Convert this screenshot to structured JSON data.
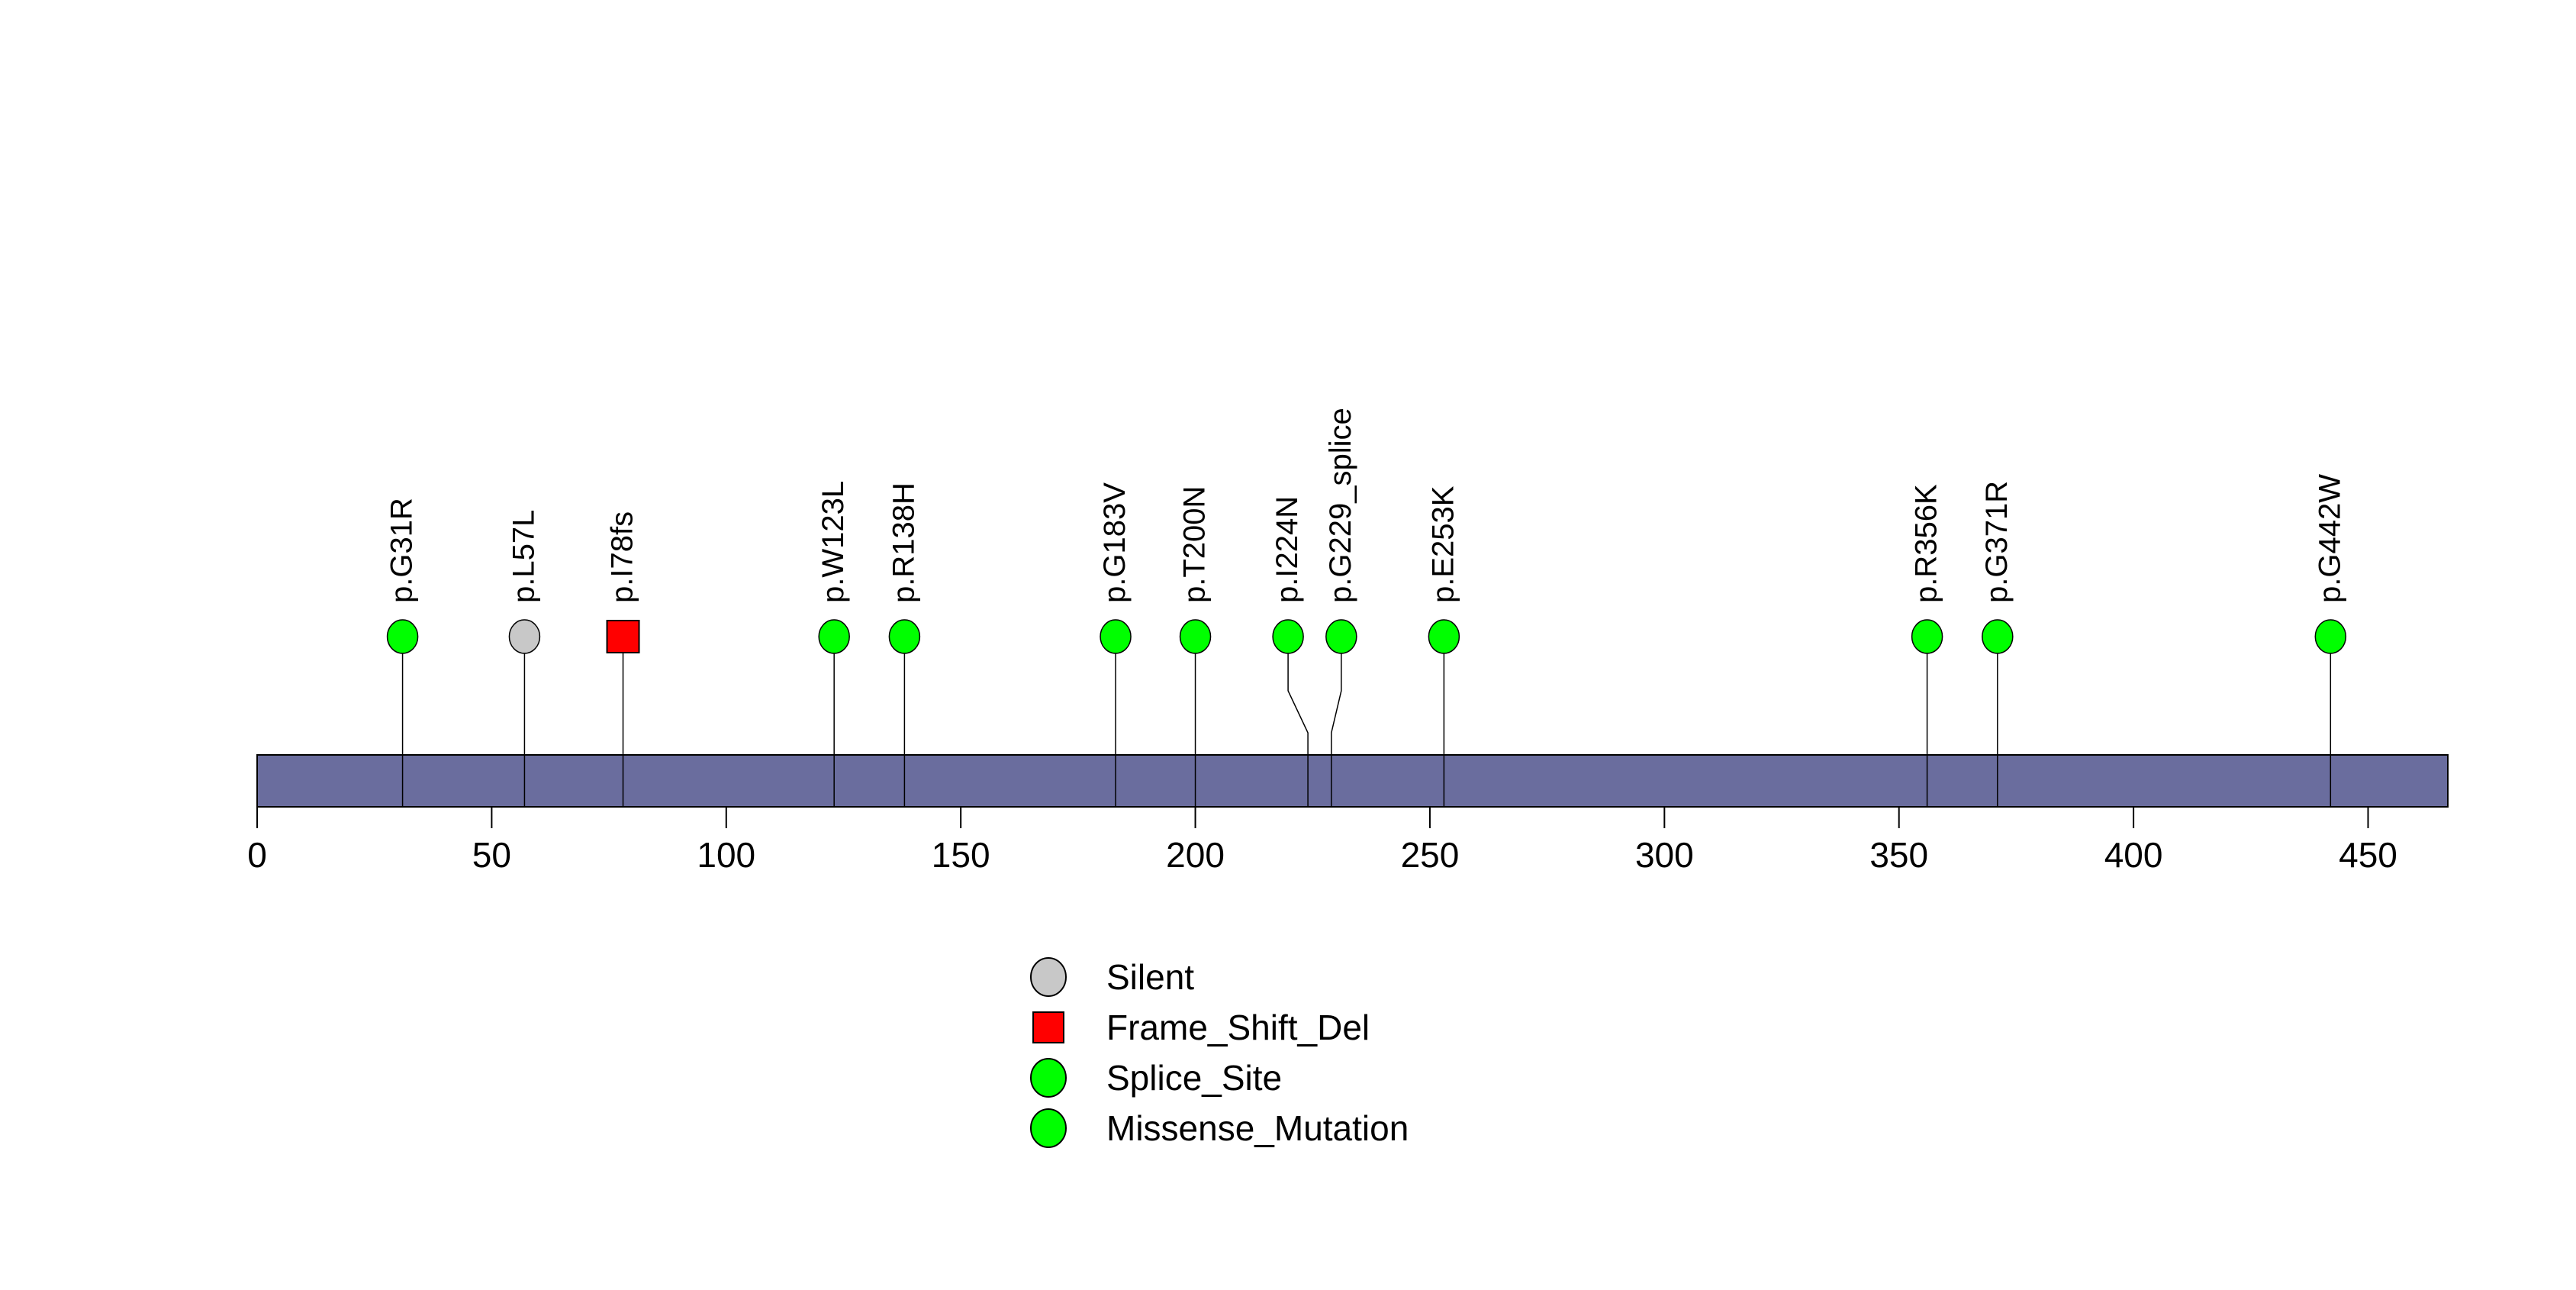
{
  "chart_data": {
    "type": "lollipop",
    "title": "",
    "xlabel": "",
    "xlim": [
      0,
      467
    ],
    "x_ticks": [
      0,
      50,
      100,
      150,
      200,
      250,
      300,
      350,
      400,
      450
    ],
    "grid": false,
    "legend_position": "bottom-center",
    "protein_bar": {
      "start": 0,
      "end": 467,
      "color": "#6A6D9E",
      "border_color": "#000000"
    },
    "marker_colors": {
      "Missense_Mutation": "#00FF00",
      "Splice_Site": "#00FF00",
      "Silent": "#C8C8C8",
      "Frame_Shift_Del": "#FF0000"
    },
    "mutations": [
      {
        "label": "p.G31R",
        "position": 31,
        "type": "Missense_Mutation",
        "shape": "circle",
        "color": "#00FF00",
        "display_offset": 0
      },
      {
        "label": "p.L57L",
        "position": 57,
        "type": "Silent",
        "shape": "circle",
        "color": "#C8C8C8",
        "display_offset": 0
      },
      {
        "label": "p.I78fs",
        "position": 78,
        "type": "Frame_Shift_Del",
        "shape": "square",
        "color": "#FF0000",
        "display_offset": 0
      },
      {
        "label": "p.W123L",
        "position": 123,
        "type": "Missense_Mutation",
        "shape": "circle",
        "color": "#00FF00",
        "display_offset": 0
      },
      {
        "label": "p.R138H",
        "position": 138,
        "type": "Missense_Mutation",
        "shape": "circle",
        "color": "#00FF00",
        "display_offset": 0
      },
      {
        "label": "p.G183V",
        "position": 183,
        "type": "Missense_Mutation",
        "shape": "circle",
        "color": "#00FF00",
        "display_offset": 0
      },
      {
        "label": "p.T200N",
        "position": 200,
        "type": "Missense_Mutation",
        "shape": "circle",
        "color": "#00FF00",
        "display_offset": 0
      },
      {
        "label": "p.I224N",
        "position": 224,
        "type": "Missense_Mutation",
        "shape": "circle",
        "color": "#00FF00",
        "display_offset": -26
      },
      {
        "label": "p.G229_splice",
        "position": 229,
        "type": "Splice_Site",
        "shape": "circle",
        "color": "#00FF00",
        "display_offset": 13
      },
      {
        "label": "p.E253K",
        "position": 253,
        "type": "Missense_Mutation",
        "shape": "circle",
        "color": "#00FF00",
        "display_offset": 0
      },
      {
        "label": "p.R356K",
        "position": 356,
        "type": "Missense_Mutation",
        "shape": "circle",
        "color": "#00FF00",
        "display_offset": 0
      },
      {
        "label": "p.G371R",
        "position": 371,
        "type": "Missense_Mutation",
        "shape": "circle",
        "color": "#00FF00",
        "display_offset": 0
      },
      {
        "label": "p.G442W",
        "position": 442,
        "type": "Missense_Mutation",
        "shape": "circle",
        "color": "#00FF00",
        "display_offset": 0
      }
    ],
    "legend": [
      {
        "label": "Silent",
        "shape": "circle",
        "color": "#C8C8C8"
      },
      {
        "label": "Frame_Shift_Del",
        "shape": "square",
        "color": "#FF0000"
      },
      {
        "label": "Splice_Site",
        "shape": "circle",
        "color": "#00FF00"
      },
      {
        "label": "Missense_Mutation",
        "shape": "circle",
        "color": "#00FF00"
      }
    ]
  }
}
